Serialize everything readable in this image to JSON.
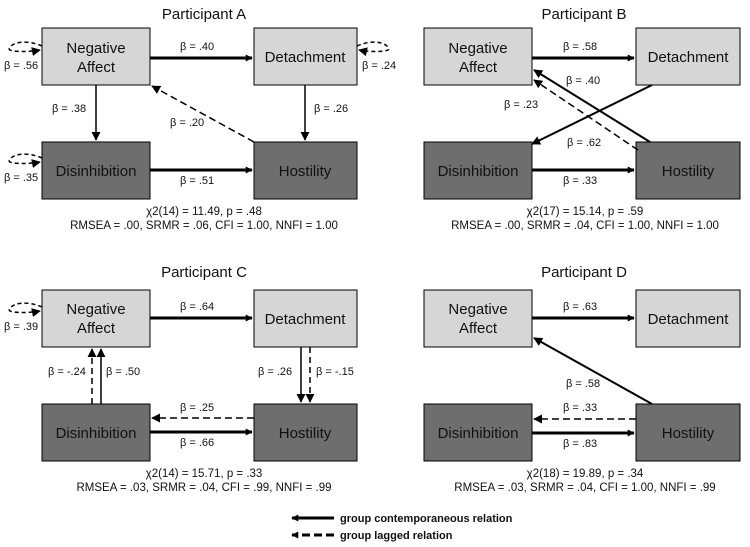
{
  "panels": [
    {
      "title": "Participant A",
      "nodes": {
        "na": [
          "Negative",
          "Affect"
        ],
        "det": "Detachment",
        "dis": "Disinhibition",
        "hos": "Hostility"
      },
      "betas": {
        "na_det": "β = .40",
        "det_hos": "β = .26",
        "na_dis": "β = .38",
        "dis_hos": "β = .51",
        "hos_na_lag": "β = .20",
        "na_auto": "β = .56",
        "det_auto": "β = .24",
        "dis_auto": "β = .35"
      },
      "fit1": "χ2(14) = 11.49, p = .48",
      "fit2": "RMSEA = .00, SRMR = .06, CFI = 1.00, NNFI = 1.00"
    },
    {
      "title": "Participant B",
      "nodes": {
        "na": [
          "Negative",
          "Affect"
        ],
        "det": "Detachment",
        "dis": "Disinhibition",
        "hos": "Hostility"
      },
      "betas": {
        "na_det": "β = .58",
        "hos_na": "β = .40",
        "hos_na_lag": "β = .23",
        "det_dis": "β = .62",
        "dis_hos": "β = .33"
      },
      "fit1": "χ2(17) = 15.14, p = .59",
      "fit2": "RMSEA = .00, SRMR = .04, CFI = 1.00, NNFI = 1.00"
    },
    {
      "title": "Participant C",
      "nodes": {
        "na": [
          "Negative",
          "Affect"
        ],
        "det": "Detachment",
        "dis": "Disinhibition",
        "hos": "Hostility"
      },
      "betas": {
        "na_det": "β = .64",
        "na_auto": "β = .39",
        "dis_na_lag": "β = -.24",
        "dis_na": "β = .50",
        "det_hos": "β = .26",
        "det_hos_lag": "β = -.15",
        "hos_dis_lag": "β = .25",
        "dis_hos": "β = .66"
      },
      "fit1": "χ2(14) = 15.71, p = .33",
      "fit2": "RMSEA = .03, SRMR = .04, CFI = .99, NNFI = .99"
    },
    {
      "title": "Participant D",
      "nodes": {
        "na": [
          "Negative",
          "Affect"
        ],
        "det": "Detachment",
        "dis": "Disinhibition",
        "hos": "Hostility"
      },
      "betas": {
        "na_det": "β = .63",
        "hos_na": "β = .58",
        "hos_dis_lag": "β = .33",
        "dis_hos": "β = .83"
      },
      "fit1": "χ2(18) = 19.89, p = .34",
      "fit2": "RMSEA = .03, SRMR = .04, CFI = 1.00, NNFI = .99"
    }
  ],
  "legend": {
    "contemporaneous": "group contemporaneous relation",
    "lagged": "group lagged relation"
  },
  "colors": {
    "light_box": "#d6d6d6",
    "dark_box": "#6e6e6e",
    "stroke": "#000000"
  }
}
